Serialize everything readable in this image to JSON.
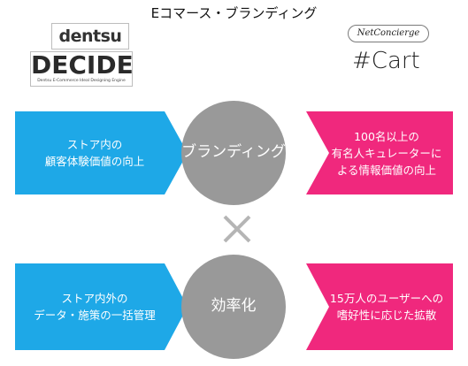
{
  "title": "Eコマース・ブランディング",
  "logos": {
    "dentsu": "dentsu",
    "decide": "DECIDE",
    "decide_tagline": "Dentsu E-Commerce Ideal Designing Engine",
    "netconcierge": "NetConcierge",
    "cart": "#Cart"
  },
  "colors": {
    "blue": "#1ea8e7",
    "pink": "#f0287d",
    "circle": "#999999",
    "cross": "#b5b5b5"
  },
  "rows": [
    {
      "left_lines": [
        "ストア内の",
        "顧客体験価値の向上"
      ],
      "center": "ブランディング",
      "right_lines": [
        "100名以上の",
        "有名人キュレーターに",
        "よる情報価値の向上"
      ]
    },
    {
      "left_lines": [
        "ストア内外の",
        "データ・施策の一括管理"
      ],
      "center": "効率化",
      "right_lines": [
        "15万人のユーザーへの",
        "嗜好性に応じた拡散"
      ]
    }
  ],
  "cross_symbol": "×"
}
